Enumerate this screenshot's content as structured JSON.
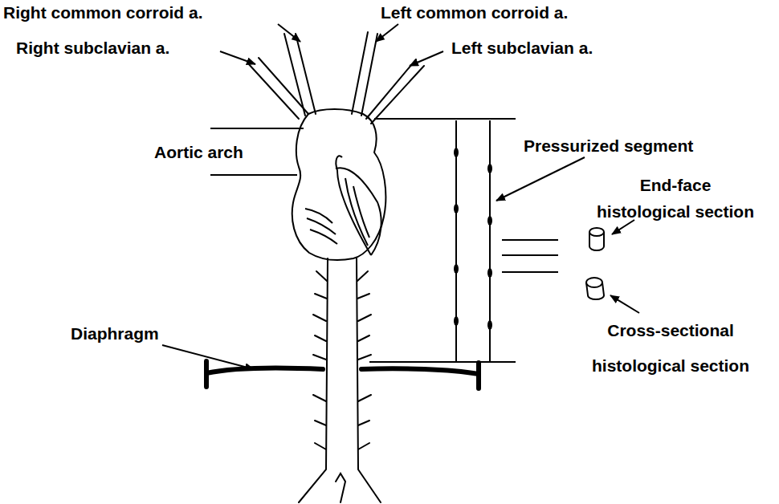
{
  "diagram": {
    "labels": [
      "Right common corroid a.",
      "Left common corroid a.",
      "Right subclavian a.",
      "Left subclavian a.",
      "Aortic arch",
      "Pressurized segment",
      "End-face histological section",
      "Cross-sectional histological section",
      "Diaphragm"
    ]
  }
}
